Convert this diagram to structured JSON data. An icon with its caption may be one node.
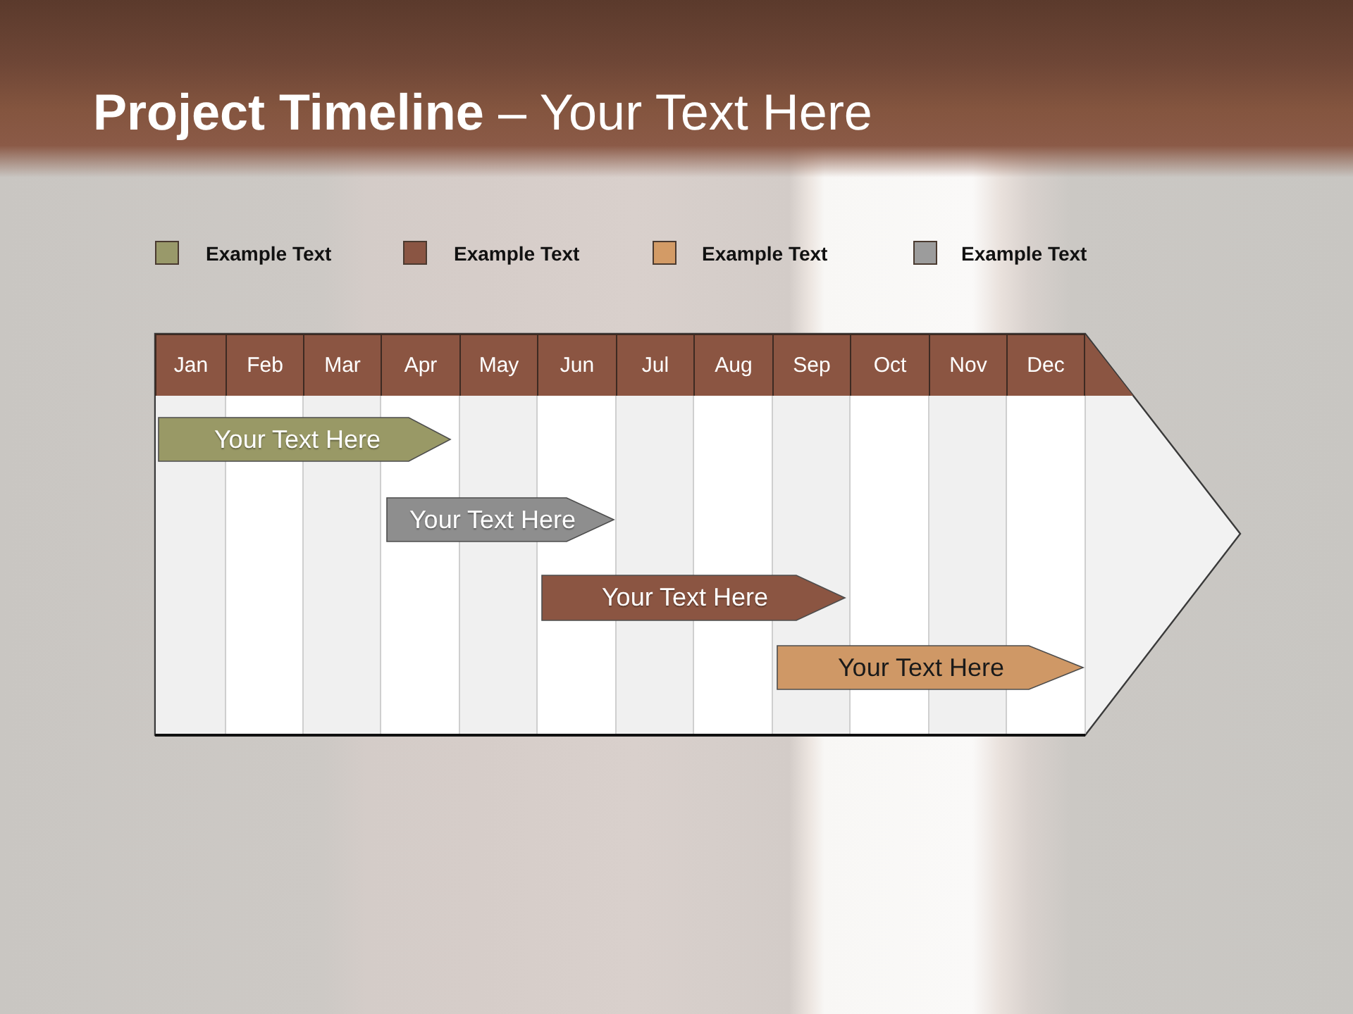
{
  "diagram": {
    "title": "**Project Timeline** – Your Text Here",
    "nodes": [
      {
        "text": [
          "Your Text Here"
        ]
      },
      {
        "text": [
          "Your Text Here"
        ]
      },
      {
        "text": [
          "Your Text Here"
        ]
      },
      {
        "text": [
          "Your Text Here"
        ]
      }
    ],
    "labels": [
      "Jan",
      "Feb",
      "Mar",
      "Apr",
      "May",
      "Jun",
      "Jul",
      "Aug",
      "Sep",
      "Oct",
      "Nov",
      "Dec"
    ],
    "legend": [
      {
        "text": "Example Text",
        "color": "#99996a"
      },
      {
        "text": "Example Text",
        "color": "#8a5543"
      },
      {
        "text": "Example Text",
        "color": "#d39b66"
      },
      {
        "text": "Example Text",
        "color": "#9c9c9c"
      }
    ]
  }
}
